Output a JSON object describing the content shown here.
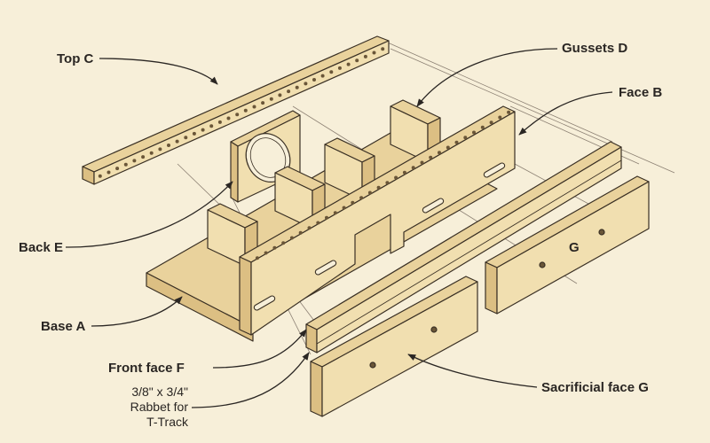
{
  "labels": {
    "top_c": "Top C",
    "gussets_d": "Gussets D",
    "face_b": "Face B",
    "back_e": "Back E",
    "base_a": "Base A",
    "g": "G",
    "front_face_f": "Front face F",
    "rabbet_dims": "3/8\" x 3/4\"",
    "rabbet_line2": "Rabbet for",
    "rabbet_line3": "T-Track",
    "sacrificial_face_g": "Sacrificial face G"
  },
  "colors": {
    "background": "#f7efd9",
    "face": "#f1dfb0",
    "top_surface": "#e9d29c",
    "side": "#dcbf83",
    "outline": "#3a3024",
    "leader": "#2a2623",
    "guide": "#8c8073"
  }
}
